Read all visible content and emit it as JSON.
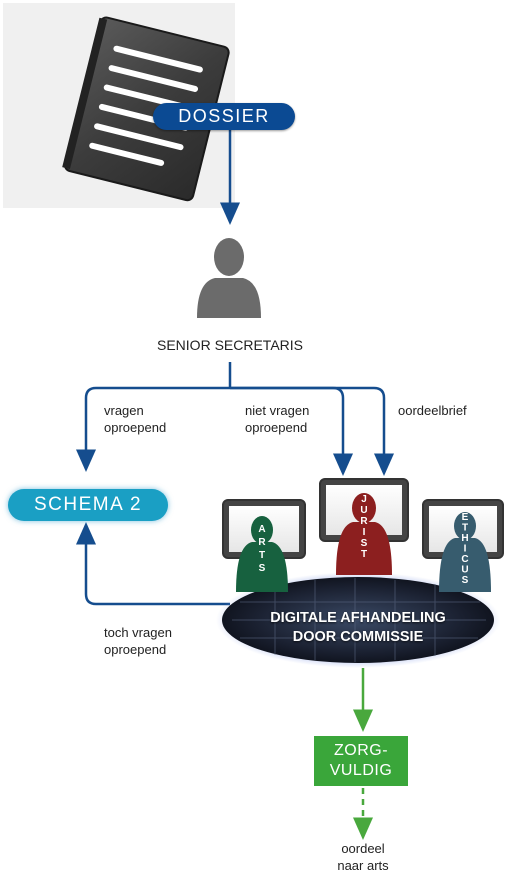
{
  "nodes": {
    "dossier": "DOSSIER",
    "senior_secretaris": "SENIOR SECRETARIS",
    "schema2": "SCHEMA 2",
    "commissie_line1": "DIGITALE AFHANDELING",
    "commissie_line2": "DOOR COMMISSIE",
    "zorgvuldig_line1": "ZORG-",
    "zorgvuldig_line2": "VULDIG"
  },
  "members": [
    {
      "letters": [
        "A",
        "R",
        "T",
        "S"
      ],
      "color": "#17613f"
    },
    {
      "letters": [
        "J",
        "U",
        "R",
        "I",
        "S",
        "T"
      ],
      "color": "#8c1f1f"
    },
    {
      "letters": [
        "E",
        "T",
        "H",
        "I",
        "C",
        "U",
        "S"
      ],
      "color": "#375c6e"
    }
  ],
  "edges": {
    "vragen_oproepend": [
      "vragen",
      "oproepend"
    ],
    "niet_vragen_oproepend": [
      "niet vragen",
      "oproepend"
    ],
    "oordeelbrief": "oordeelbrief",
    "toch_vragen_oproepend": [
      "toch vragen",
      "oproepend"
    ],
    "oordeel_naar_arts": [
      "oordeel",
      "naar arts"
    ]
  },
  "colors": {
    "arrow_blue": "#154d8e",
    "arrow_green": "#49a83d",
    "dossier_blue": "#0b4a93",
    "schema_cyan": "#1a9fc4",
    "zorg_green": "#3aa63a",
    "person_grey": "#6b6b6b"
  }
}
